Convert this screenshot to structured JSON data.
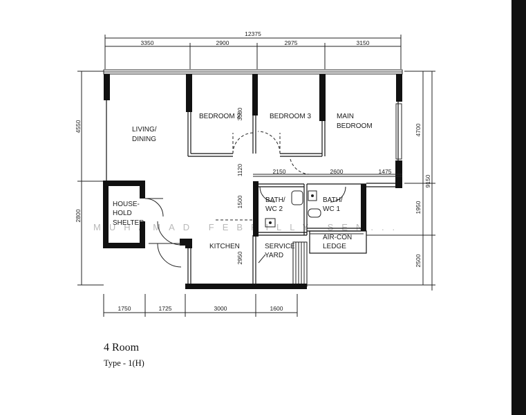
{
  "plan": {
    "unit_title": "4 Room",
    "unit_type": "Type - 1(H)",
    "watermark": "MUHAMAD FEBRILLY SEN...",
    "rooms": {
      "living": "LIVING/",
      "living2": "DINING",
      "bedroom2": "BEDROOM 2",
      "bedroom3": "BEDROOM 3",
      "main1": "MAIN",
      "main2": "BEDROOM",
      "shelter1": "HOUSE-",
      "shelter2": "HOLD",
      "shelter3": "SHELTER",
      "kitchen": "KITCHEN",
      "bath2a": "BATH/",
      "bath2b": "WC 2",
      "bath1a": "BATH/",
      "bath1b": "WC 1",
      "service1": "SERVICE",
      "service2": "YARD",
      "aircon1": "AIR-CON",
      "aircon2": "LEDGE"
    },
    "dimensions": {
      "top_total": "12375",
      "top_1": "3350",
      "top_2": "2900",
      "top_3": "2975",
      "top_4": "3150",
      "left_1": "4550",
      "left_2": "2800",
      "right_1": "4700",
      "right_total": "9150",
      "right_2": "1950",
      "right_3": "2500",
      "bottom_1": "1750",
      "bottom_2": "1725",
      "bottom_3": "3000",
      "bottom_4": "1600",
      "mid_3580": "3580",
      "mid_1120": "1120",
      "mid_1500": "1500",
      "mid_2950": "2950",
      "mid_2150": "2150",
      "mid_2600": "2600",
      "mid_1475": "1475"
    }
  }
}
